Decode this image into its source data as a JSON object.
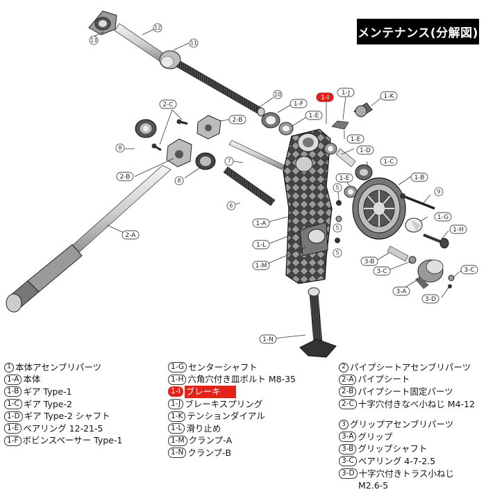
{
  "title": "メンテナンス(分解図)",
  "callouts": {
    "n13": "13",
    "n12": "12",
    "n11": "11",
    "n10": "10",
    "n9": "9",
    "n8a": "8",
    "n8b": "8",
    "n7": "7",
    "n6": "6",
    "n5a": "5",
    "n5b": "5",
    "n5c": "5"
  },
  "tags": {
    "t2C": "2-C",
    "t2B": "2-B",
    "t2B2": "2-B",
    "t2A": "2-A",
    "t1F": "1-F",
    "t1E": "1-E",
    "t1I": "1-I",
    "t1J": "1-J",
    "t1K": "1-K",
    "t1E2": "1-E",
    "t1D": "1-D",
    "t1C": "1-C",
    "t1E3": "1-E",
    "t1B": "1-B",
    "t1G": "1-G",
    "t1H": "1-H",
    "t1A": "1-A",
    "t1L": "1-L",
    "t1M": "1-M",
    "t3B": "3-B",
    "t3C": "3-C",
    "t3C2": "3-C",
    "t3A": "3-A",
    "t3D": "3-D",
    "t1N": "1-N"
  },
  "legend": {
    "col1": [
      {
        "num": "1",
        "label": "本体アセンブリパーツ"
      },
      {
        "badge": "1-A",
        "label": "本体"
      },
      {
        "badge": "1-B",
        "label": "ギア Type-1"
      },
      {
        "badge": "1-C",
        "label": "ギア Type-2"
      },
      {
        "badge": "1-D",
        "label": "ギア Type-2 シャフト"
      },
      {
        "badge": "1-E",
        "label": "ベアリング 12-21-5"
      },
      {
        "badge": "1-F",
        "label": "ボビンスペーサー Type-1"
      }
    ],
    "col2": [
      {
        "badge": "1-G",
        "label": "センターシャフト"
      },
      {
        "badge": "1-H",
        "label": "六角穴付き皿ボルト M8-35"
      },
      {
        "badge": "1-I",
        "label": "ブレーキ"
      },
      {
        "badge": "1-J",
        "label": "ブレーキスプリング"
      },
      {
        "badge": "1-K",
        "label": "テンションダイアル"
      },
      {
        "badge": "1-L",
        "label": "滑り止め"
      },
      {
        "badge": "1-M",
        "label": "クランプ-A"
      },
      {
        "badge": "1-N",
        "label": "クランプ-B"
      }
    ],
    "col3a": [
      {
        "num": "2",
        "label": "パイプシートアセンブリパーツ"
      },
      {
        "badge": "2-A",
        "label": "パイプシート"
      },
      {
        "badge": "2-B",
        "label": "パイプシート固定パーツ"
      },
      {
        "badge": "2-C",
        "label": "十字穴付きなべ小ねじ M4-12"
      }
    ],
    "col3b": [
      {
        "num": "3",
        "label": "グリップアセンブリパーツ"
      },
      {
        "badge": "3-A",
        "label": "グリップ"
      },
      {
        "badge": "3-B",
        "label": "グリップシャフト"
      },
      {
        "badge": "3-C",
        "label": "ベアリング 4-7-2.5"
      },
      {
        "badge": "3-D",
        "label": "十字穴付きトラス小ねじ"
      }
    ],
    "col3b_cont": "M2.6-5"
  },
  "colors": {
    "highlight": "#e2231a",
    "title_bg": "#000000"
  }
}
